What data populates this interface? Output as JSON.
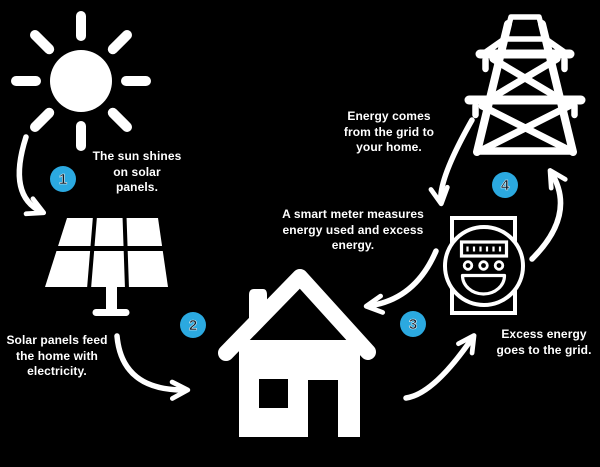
{
  "colors": {
    "background": "#000000",
    "foreground": "#ffffff",
    "badge": "#2ba9e0",
    "badge_text": "#0b1f2e"
  },
  "steps": [
    {
      "number": "1",
      "icon": "sun-icon",
      "caption_lines": [
        "The sun shines",
        "on solar",
        "panels."
      ]
    },
    {
      "number": "2",
      "icon": "solar-panel-icon",
      "caption_lines": [
        "Solar panels feed",
        "the home with",
        "electricity."
      ]
    },
    {
      "number": "3",
      "icon": "smart-meter-icon",
      "caption_lines": [
        "A smart meter measures",
        "energy used and excess",
        "energy."
      ]
    },
    {
      "number": "4",
      "icon": "transmission-tower-icon",
      "caption_lines": [
        "Energy comes",
        "from the grid to",
        "your home."
      ]
    }
  ],
  "captions": {
    "excess_energy": [
      "Excess energy",
      "goes to the grid."
    ]
  },
  "other_icons": [
    "house-icon",
    "curved-arrow-icon"
  ]
}
